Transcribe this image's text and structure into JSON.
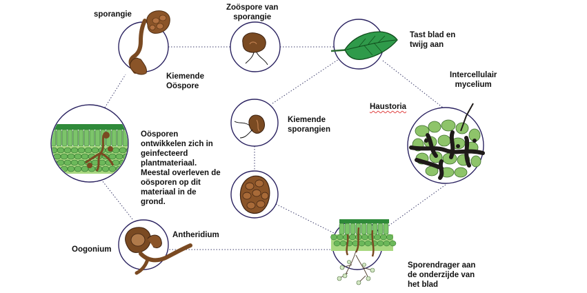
{
  "diagram": {
    "labels": {
      "sporangie": "sporangie",
      "zoospore": "Zoöspore van\nsporangie",
      "tast_blad": "Tast blad en\ntwijg aan",
      "intercellulair": "Intercellulair\nmycelium",
      "haustoria": "Haustoria",
      "kiemende_oospore": "Kiemende\nOöspore",
      "kiemende_sporangien": "Kiemende\nsporangien",
      "oosporen_text": "Oösporen\nontwikkelen zich in\ngeinfecteerd\nplantmateriaal.\nMeestal overleven de\noösporen op dit\nmateriaal in de\ngrond.",
      "antheridium": "Antheridium",
      "oogonium": "Oogonium",
      "sporendrager": "Sporendrager aan\nde onderzijde van\nhet blad"
    },
    "colors": {
      "circle_stroke": "#2a2260",
      "dotted_line": "#3a3a6a",
      "brown": "#7a4a22",
      "brown_light": "#a0622c",
      "leaf_green": "#2f9a4a",
      "cell_green": "#7cc46a",
      "dark_fungus": "#1e1a18"
    }
  }
}
